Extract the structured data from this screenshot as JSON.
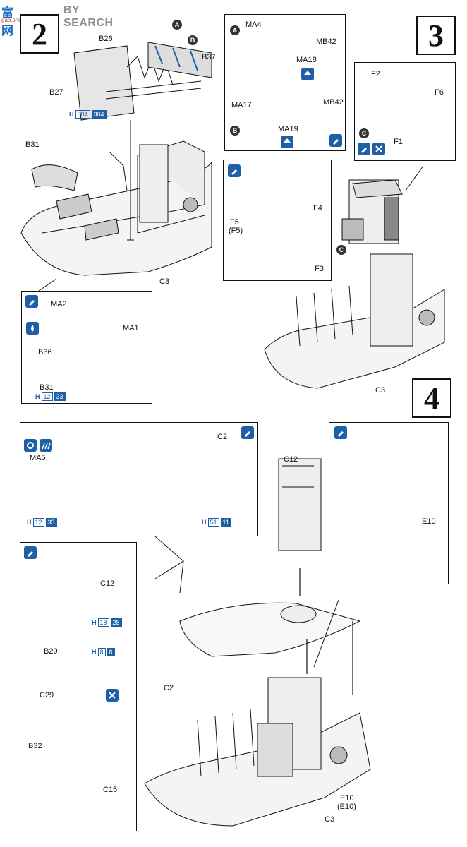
{
  "watermark": {
    "logo": "富 网",
    "site": "gao.shop.com",
    "search": "BY SEARCH"
  },
  "steps": {
    "s2": "2",
    "s3": "3",
    "s4": "4"
  },
  "labels": {
    "B26": "B26",
    "B27": "B27",
    "B37": "B37",
    "B31": "B31",
    "C3": "C3",
    "MA4": "MA4",
    "MB42a": "MB42",
    "MA18": "MA18",
    "MA17": "MA17",
    "MB42b": "MB42",
    "MA19": "MA19",
    "F2": "F2",
    "F6": "F6",
    "F1": "F1",
    "F4": "F4",
    "F5": "F5",
    "F5p": "(F5)",
    "F3": "F3",
    "MA2": "MA2",
    "MA1": "MA1",
    "B36": "B36",
    "B31b": "B31",
    "C3b": "C3",
    "C2": "C2",
    "MA5": "MA5",
    "C12": "C12",
    "C12b": "C12",
    "E10": "E10",
    "B29": "B29",
    "C29": "C29",
    "B32": "B32",
    "C15": "C15",
    "C2b": "C2",
    "E10b": "E10",
    "E10p": "(E10)",
    "C3c": "C3"
  },
  "markers": {
    "A": "A",
    "B": "B",
    "C": "C"
  },
  "hcodes": [
    {
      "h": "H",
      "n": "304",
      "nb": "304"
    },
    {
      "h": "H",
      "n": "12",
      "nb": "33"
    },
    {
      "h": "H",
      "n": "12",
      "nb": "33"
    },
    {
      "h": "H",
      "n": "51",
      "nb": "11"
    },
    {
      "h": "H",
      "n": "18",
      "nb": "28"
    },
    {
      "h": "H",
      "n": "8",
      "nb": "8"
    }
  ],
  "icons": [
    "paint-brush-icon",
    "cement-drop-icon",
    "arrow-up-icon",
    "repeat-icon",
    "brush-stroke-icon",
    "x-count-icon"
  ],
  "colors": {
    "accent": "#1f5fa8",
    "ink": "#111111",
    "watermark_blue": "#1a6fc2",
    "watermark_red": "#c0392b"
  }
}
